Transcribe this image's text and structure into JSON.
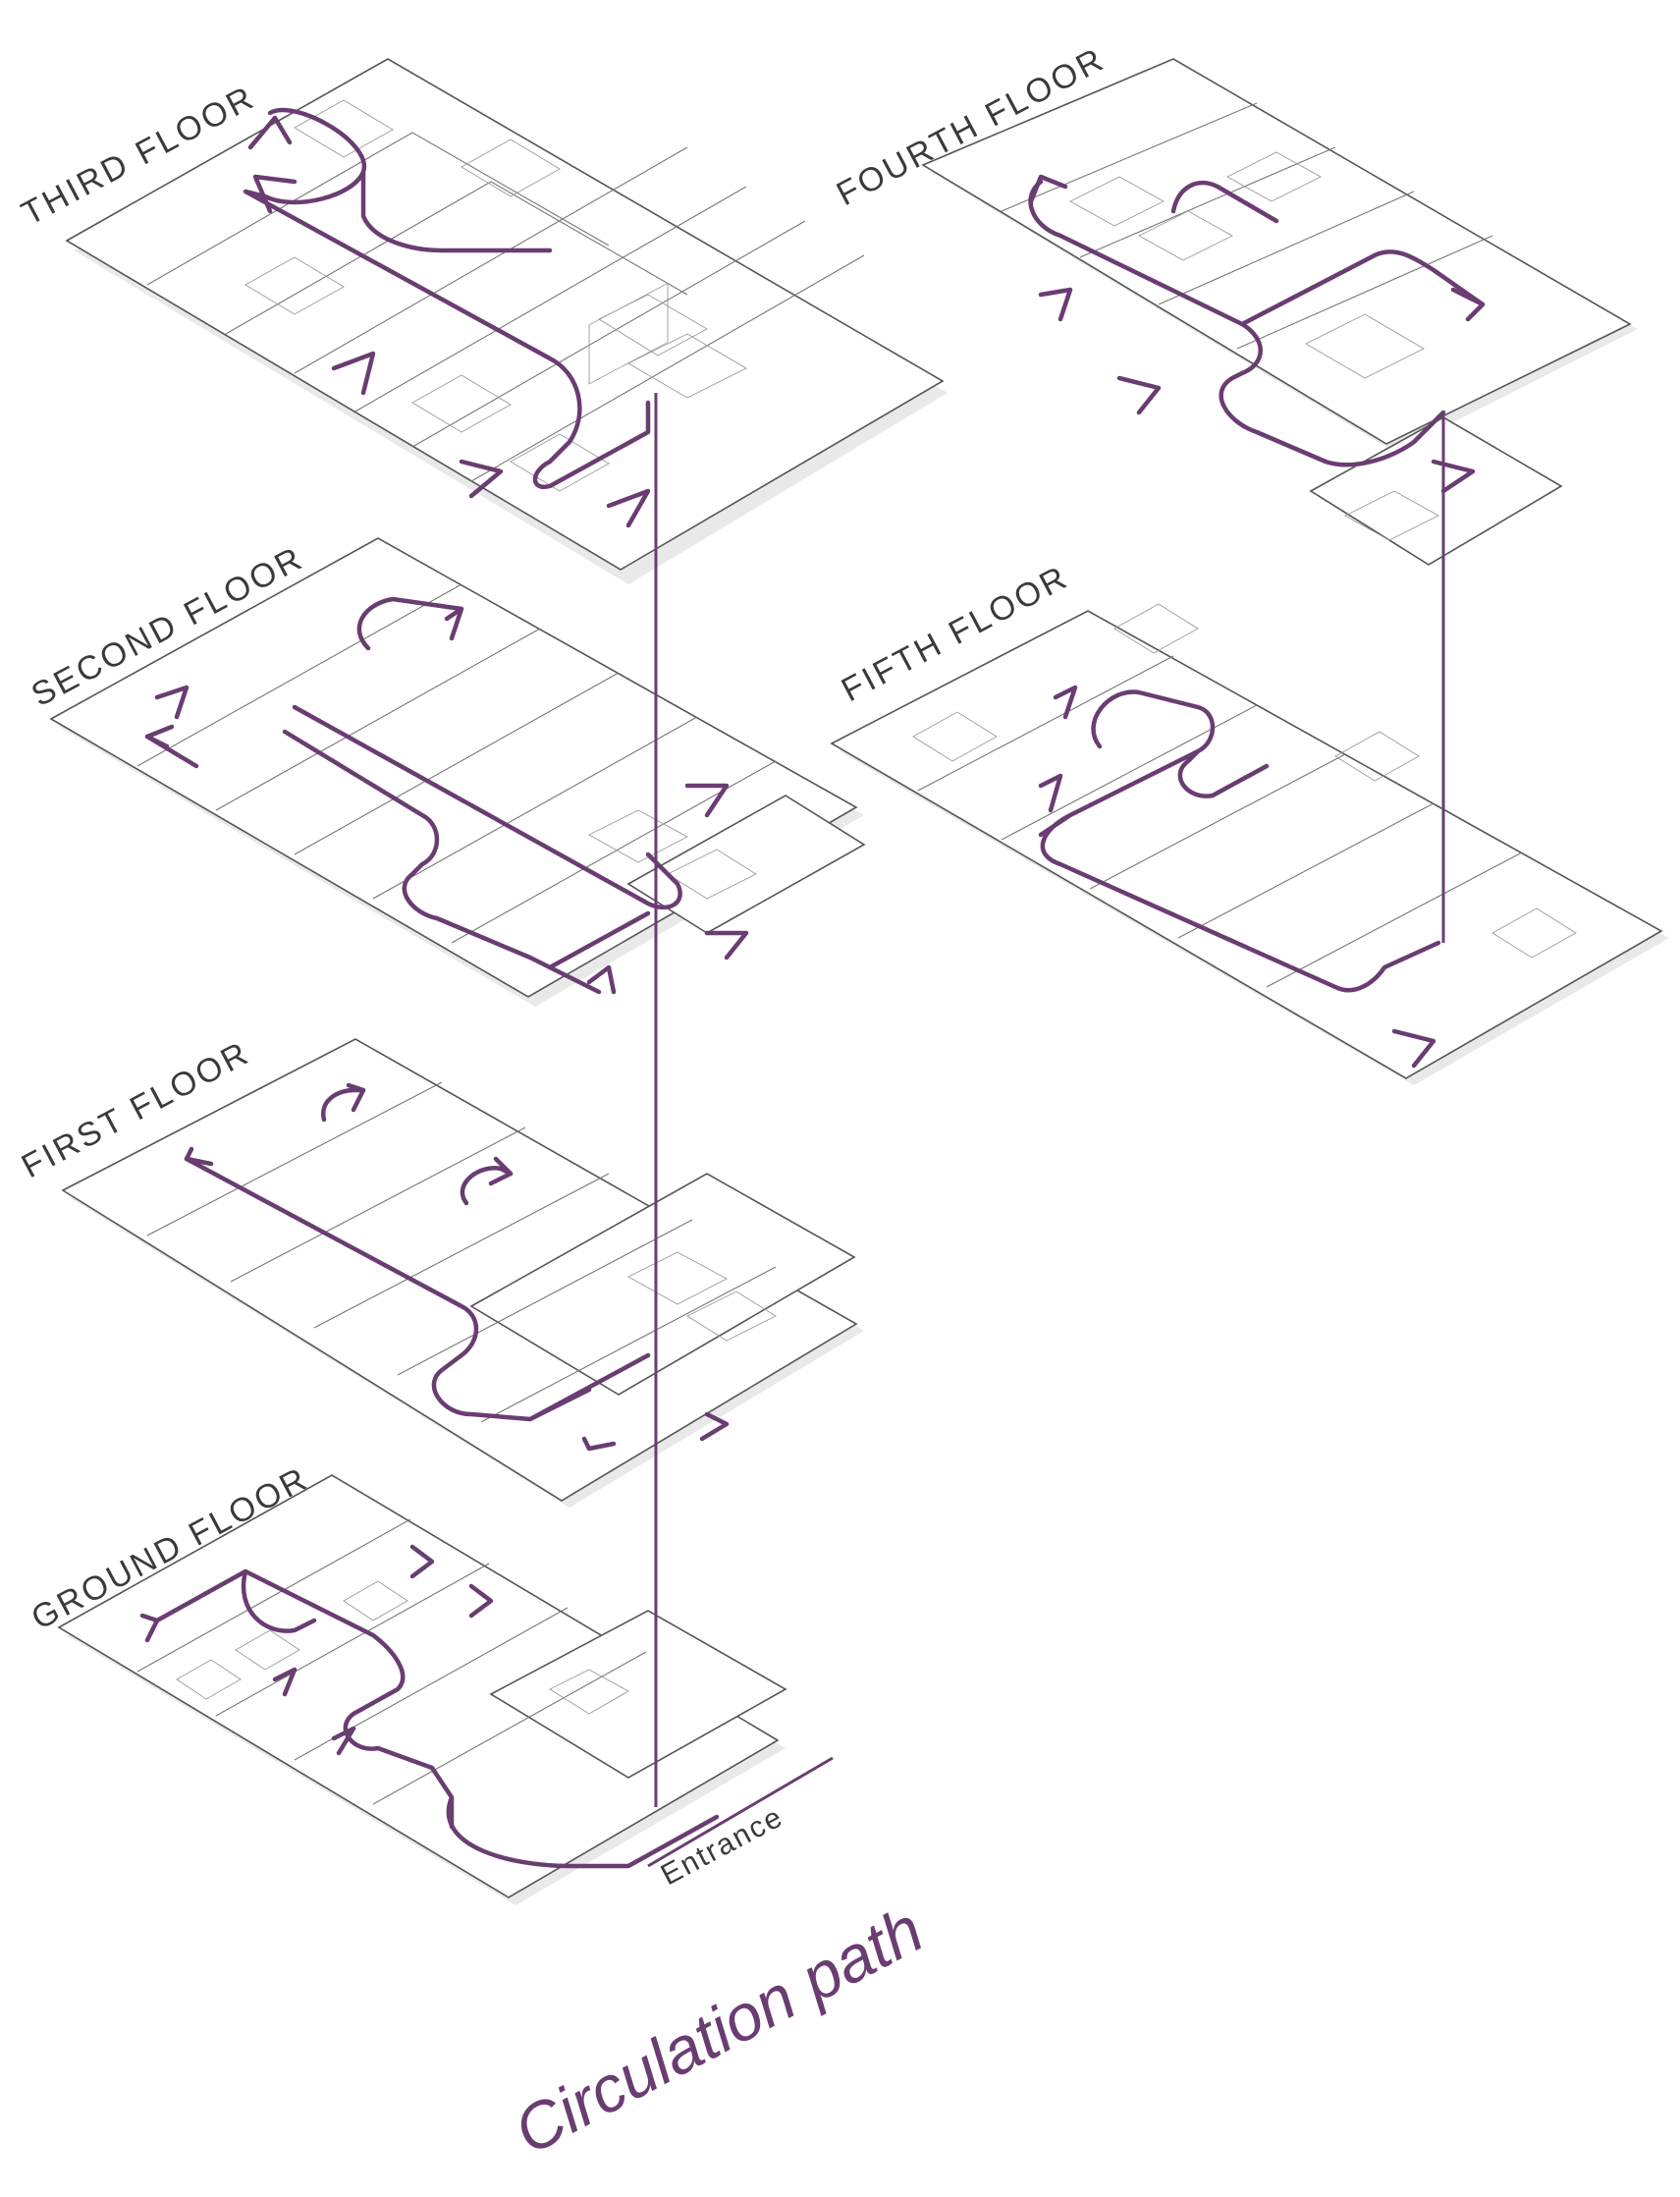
{
  "floors": [
    {
      "id": "third",
      "label": "THIRD FLOOR"
    },
    {
      "id": "fourth",
      "label": "FOURTH FLOOR"
    },
    {
      "id": "second",
      "label": "SECOND FLOOR"
    },
    {
      "id": "fifth",
      "label": "FIFTH FLOOR"
    },
    {
      "id": "first",
      "label": "FIRST FLOOR"
    },
    {
      "id": "ground",
      "label": "GROUND FLOOR"
    }
  ],
  "entrance_label": "Entrance",
  "title": "Circulation path",
  "colors": {
    "path": "#6a3d72",
    "plan_lines": "#777777",
    "label_text": "#3a3a3a"
  }
}
